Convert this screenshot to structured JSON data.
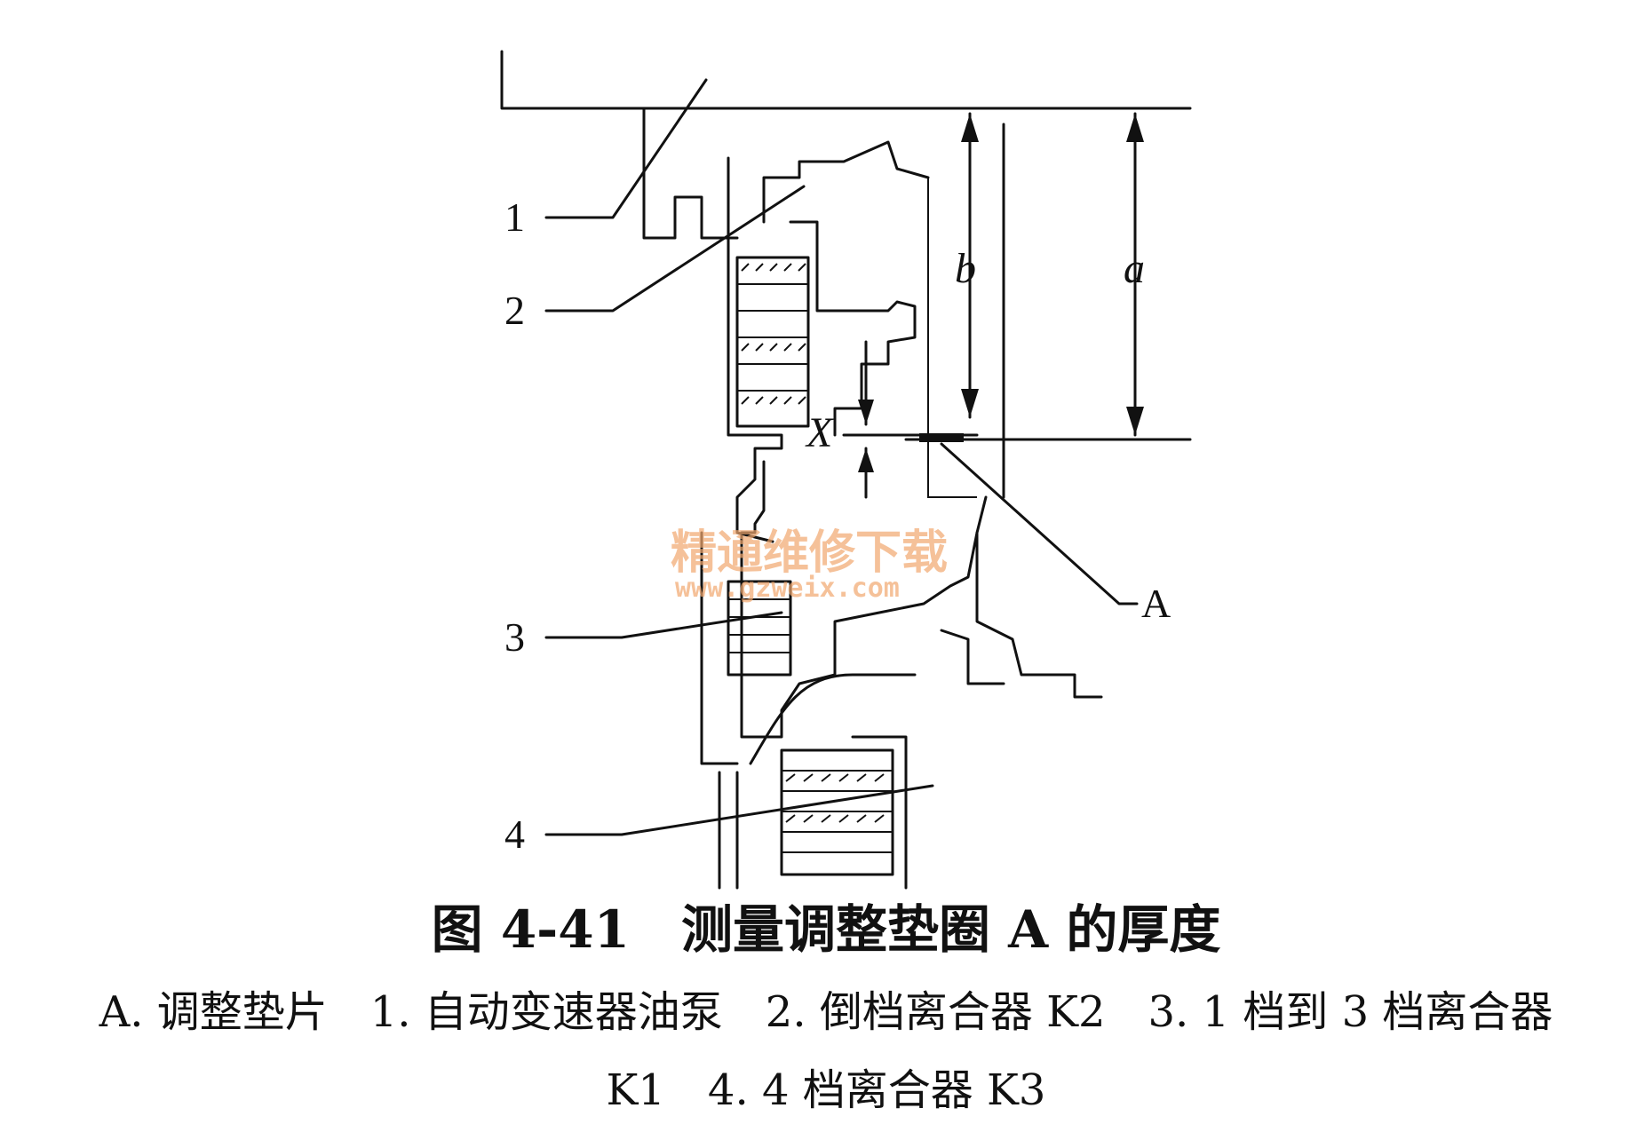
{
  "figure": {
    "title": "图 4-41　测量调整垫圈 A 的厚度",
    "legend_line1": "A. 调整垫片　1. 自动变速器油泵　2. 倒档离合器 K2　3. 1 档到 3 档离合器",
    "legend_line2": "K1　4. 4 档离合器 K3"
  },
  "labels": {
    "part1": "1",
    "part2": "2",
    "part3": "3",
    "part4": "4",
    "partA": "A",
    "dim_a": "a",
    "dim_b": "b",
    "point_x": "X"
  },
  "watermark": {
    "text": "精通维修下载",
    "url": "www.gzweix.com"
  }
}
